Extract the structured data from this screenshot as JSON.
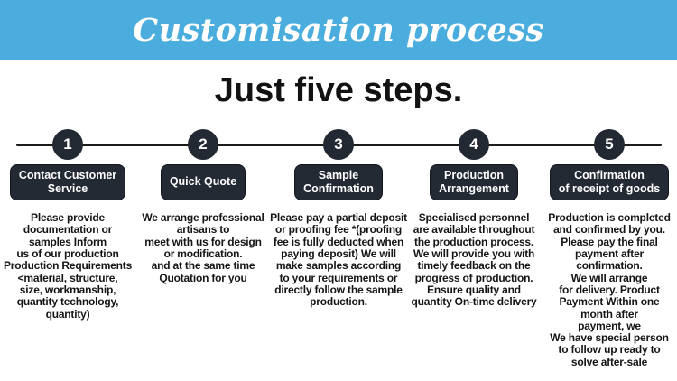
{
  "banner": {
    "title": "Customisation process",
    "bg_color": "#4aadde",
    "text_color": "#ffffff"
  },
  "subtitle": "Just five steps.",
  "timeline": {
    "line_color": "#1b1b1b",
    "circle_color": "#222933"
  },
  "colors": {
    "step_box_bg": "#232a33",
    "body_text": "#151515",
    "background": "#ffffff"
  },
  "steps": [
    {
      "number": "1",
      "label_lines": [
        "Contact Customer",
        "Service"
      ],
      "description_lines": [
        "Please provide",
        "documentation or",
        "samples Inform",
        "us of our production",
        "Production Requirements",
        "<material, structure,",
        "size, workmanship,",
        "quantity technology,",
        "quantity)"
      ]
    },
    {
      "number": "2",
      "label_lines": [
        "Quick Quote"
      ],
      "description_lines": [
        "We arrange professional",
        "artisans to",
        "meet with us for design",
        "or modification.",
        "and at the same time",
        "Quotation for you"
      ]
    },
    {
      "number": "3",
      "label_lines": [
        "Sample",
        "Confirmation"
      ],
      "description_lines": [
        "Please pay a partial deposit",
        "or proofing fee *(proofing",
        "fee is fully deducted when",
        "paying deposit) We will",
        "make samples according",
        "to your requirements or",
        "directly follow the sample",
        "production."
      ]
    },
    {
      "number": "4",
      "label_lines": [
        "Production",
        "Arrangement"
      ],
      "description_lines": [
        "Specialised personnel",
        "are available throughout",
        "the production process.",
        "We will provide you with",
        "timely feedback on the",
        "progress of production.",
        "Ensure quality and",
        "quantity On-time delivery"
      ]
    },
    {
      "number": "5",
      "label_lines": [
        "Confirmation",
        "of receipt of goods"
      ],
      "description_lines": [
        "Production is completed",
        "and confirmed by you.",
        "Please pay the final",
        "payment after",
        "confirmation.",
        "We will arrange",
        "for delivery. Product",
        "Payment Within one",
        "month after",
        "payment, we",
        "We have special person",
        "to follow up ready to",
        "solve after-sale"
      ]
    }
  ]
}
